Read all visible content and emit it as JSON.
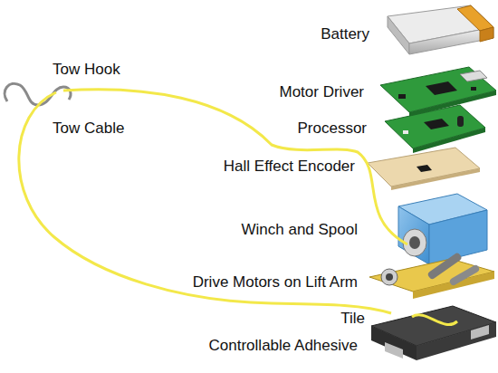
{
  "diagram": {
    "labels": [
      "Battery",
      "Tow Hook",
      "Motor Driver",
      "Tow Cable",
      "Processor",
      "Hall Effect Encoder",
      "Winch and Spool",
      "Drive Motors on Lift Arm",
      "Tile",
      "Controllable Adhesive"
    ]
  }
}
